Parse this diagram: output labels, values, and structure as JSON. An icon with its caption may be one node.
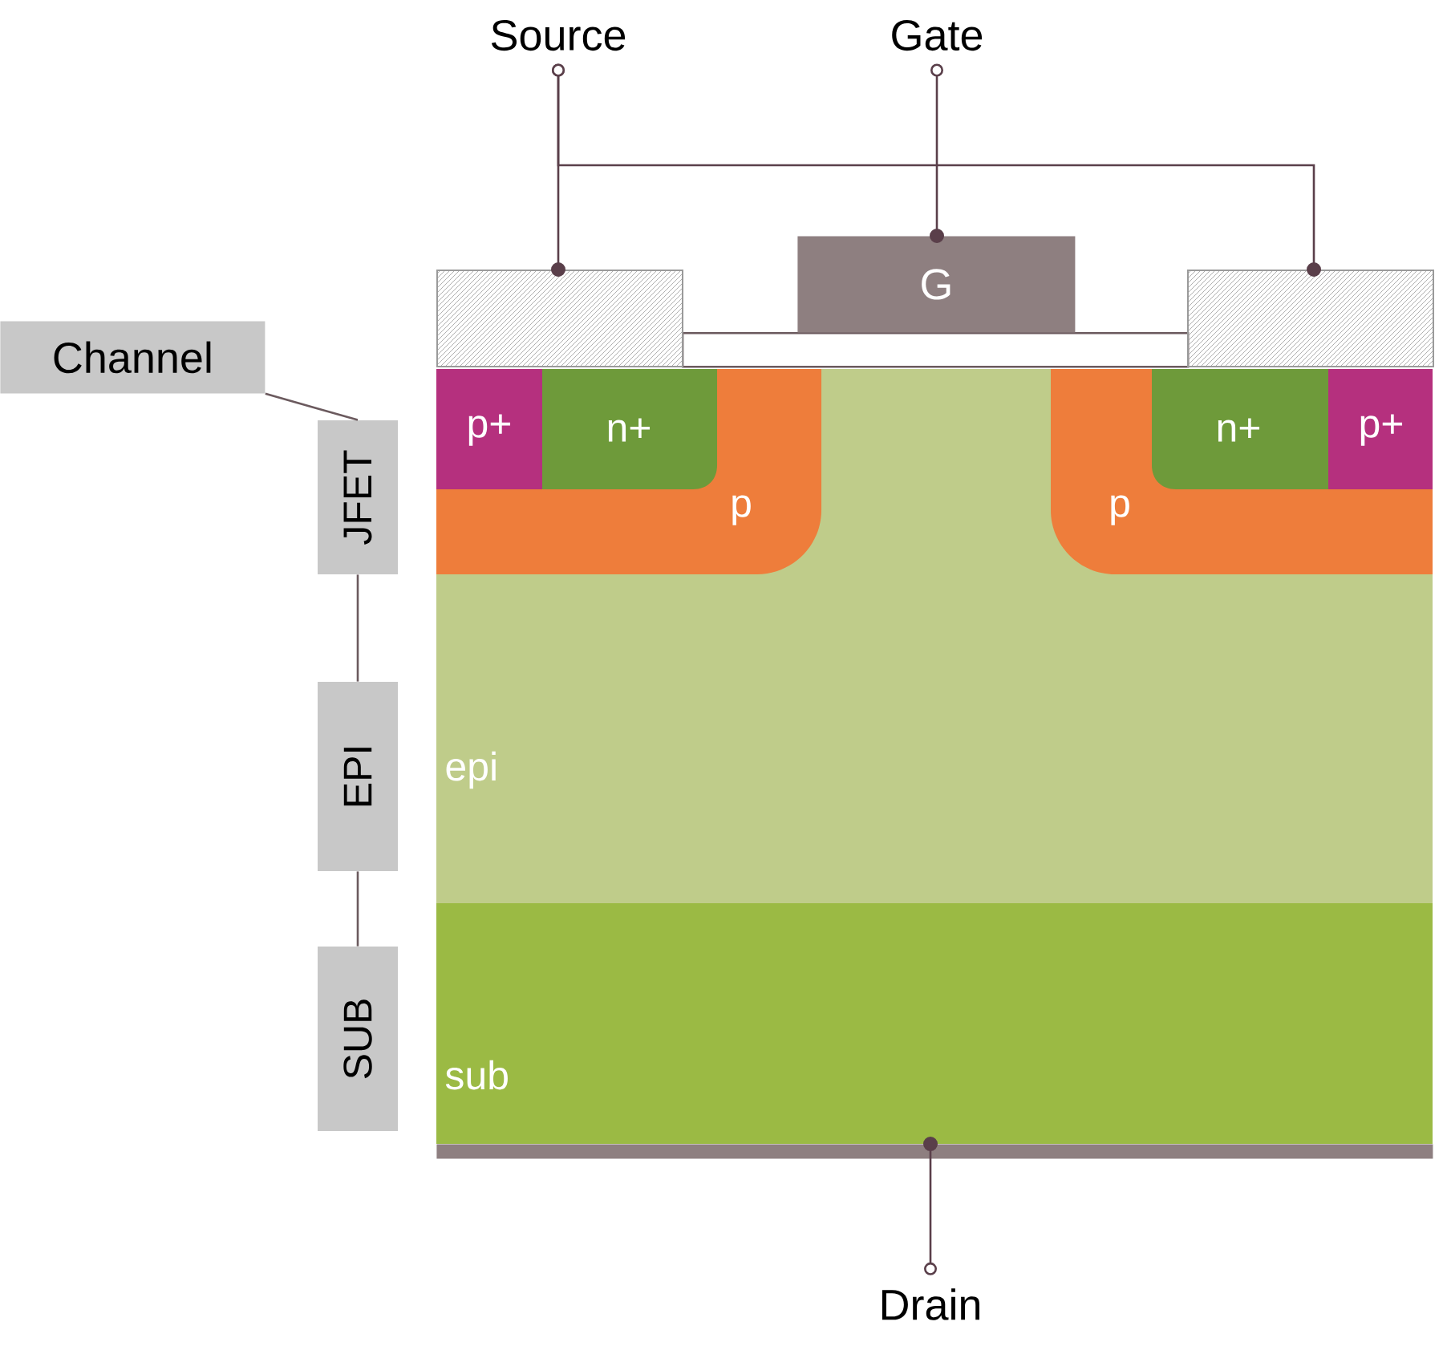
{
  "diagram": {
    "nodes": [
      {
        "text": [
          "Source"
        ]
      },
      {
        "text": [
          "Gate"
        ]
      },
      {
        "text": [],
        "shape": "box"
      },
      {
        "text": [
          "G"
        ]
      },
      {
        "text": [],
        "shape": "box"
      },
      {
        "text": [
          "Channel"
        ]
      },
      {
        "text": [
          "epi"
        ]
      },
      {
        "text": [
          "p"
        ],
        "in": 6
      },
      {
        "text": [
          "p+"
        ],
        "in": 7
      },
      {
        "text": [
          "n+"
        ],
        "in": 7
      },
      {
        "text": [
          "p"
        ],
        "in": 6
      },
      {
        "text": [
          "n+"
        ],
        "in": 10
      },
      {
        "text": [
          "p+"
        ],
        "in": 10
      },
      {
        "text": [
          "JFET"
        ]
      },
      {
        "text": [
          "EPI"
        ]
      },
      {
        "text": [
          "SUB"
        ]
      },
      {
        "text": [
          "sub"
        ]
      },
      {
        "text": [],
        "shape": "bar"
      },
      {
        "text": [
          "Drain"
        ]
      },
      {
        "text": [],
        "shape": "box"
      }
    ],
    "edges": [
      {
        "from": 0,
        "to": 2,
        "arrow": "other"
      },
      {
        "from": 0,
        "to": 4,
        "arrow": "other"
      },
      {
        "from": 1,
        "to": 3,
        "arrow": "other"
      },
      {
        "from": 5,
        "to": 13,
        "arrow": "none"
      },
      {
        "from": 13,
        "to": 14,
        "arrow": "none"
      },
      {
        "from": 14,
        "to": 15,
        "arrow": "none"
      },
      {
        "from": 18,
        "to": 17,
        "arrow": "other"
      }
    ]
  }
}
